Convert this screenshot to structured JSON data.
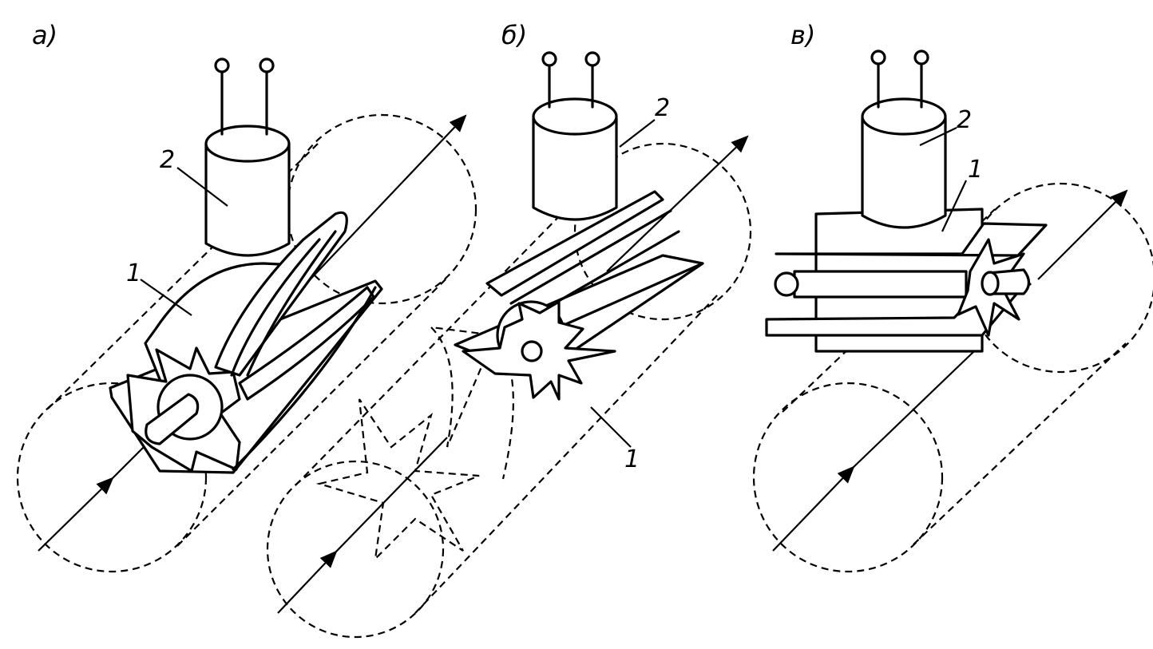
{
  "panels": [
    {
      "id": "a",
      "letter": "а)",
      "label_shaft": "1",
      "label_sensor": "2"
    },
    {
      "id": "b",
      "letter": "б)",
      "label_shaft": "1",
      "label_sensor": "2"
    },
    {
      "id": "c",
      "letter": "в)",
      "label_shaft": "1",
      "label_sensor": "2"
    }
  ],
  "colors": {
    "ink": "#000000",
    "paper": "#ffffff"
  },
  "icons": [
    "sensor-coil",
    "gear-wheel",
    "flow-arrow",
    "terminal"
  ]
}
